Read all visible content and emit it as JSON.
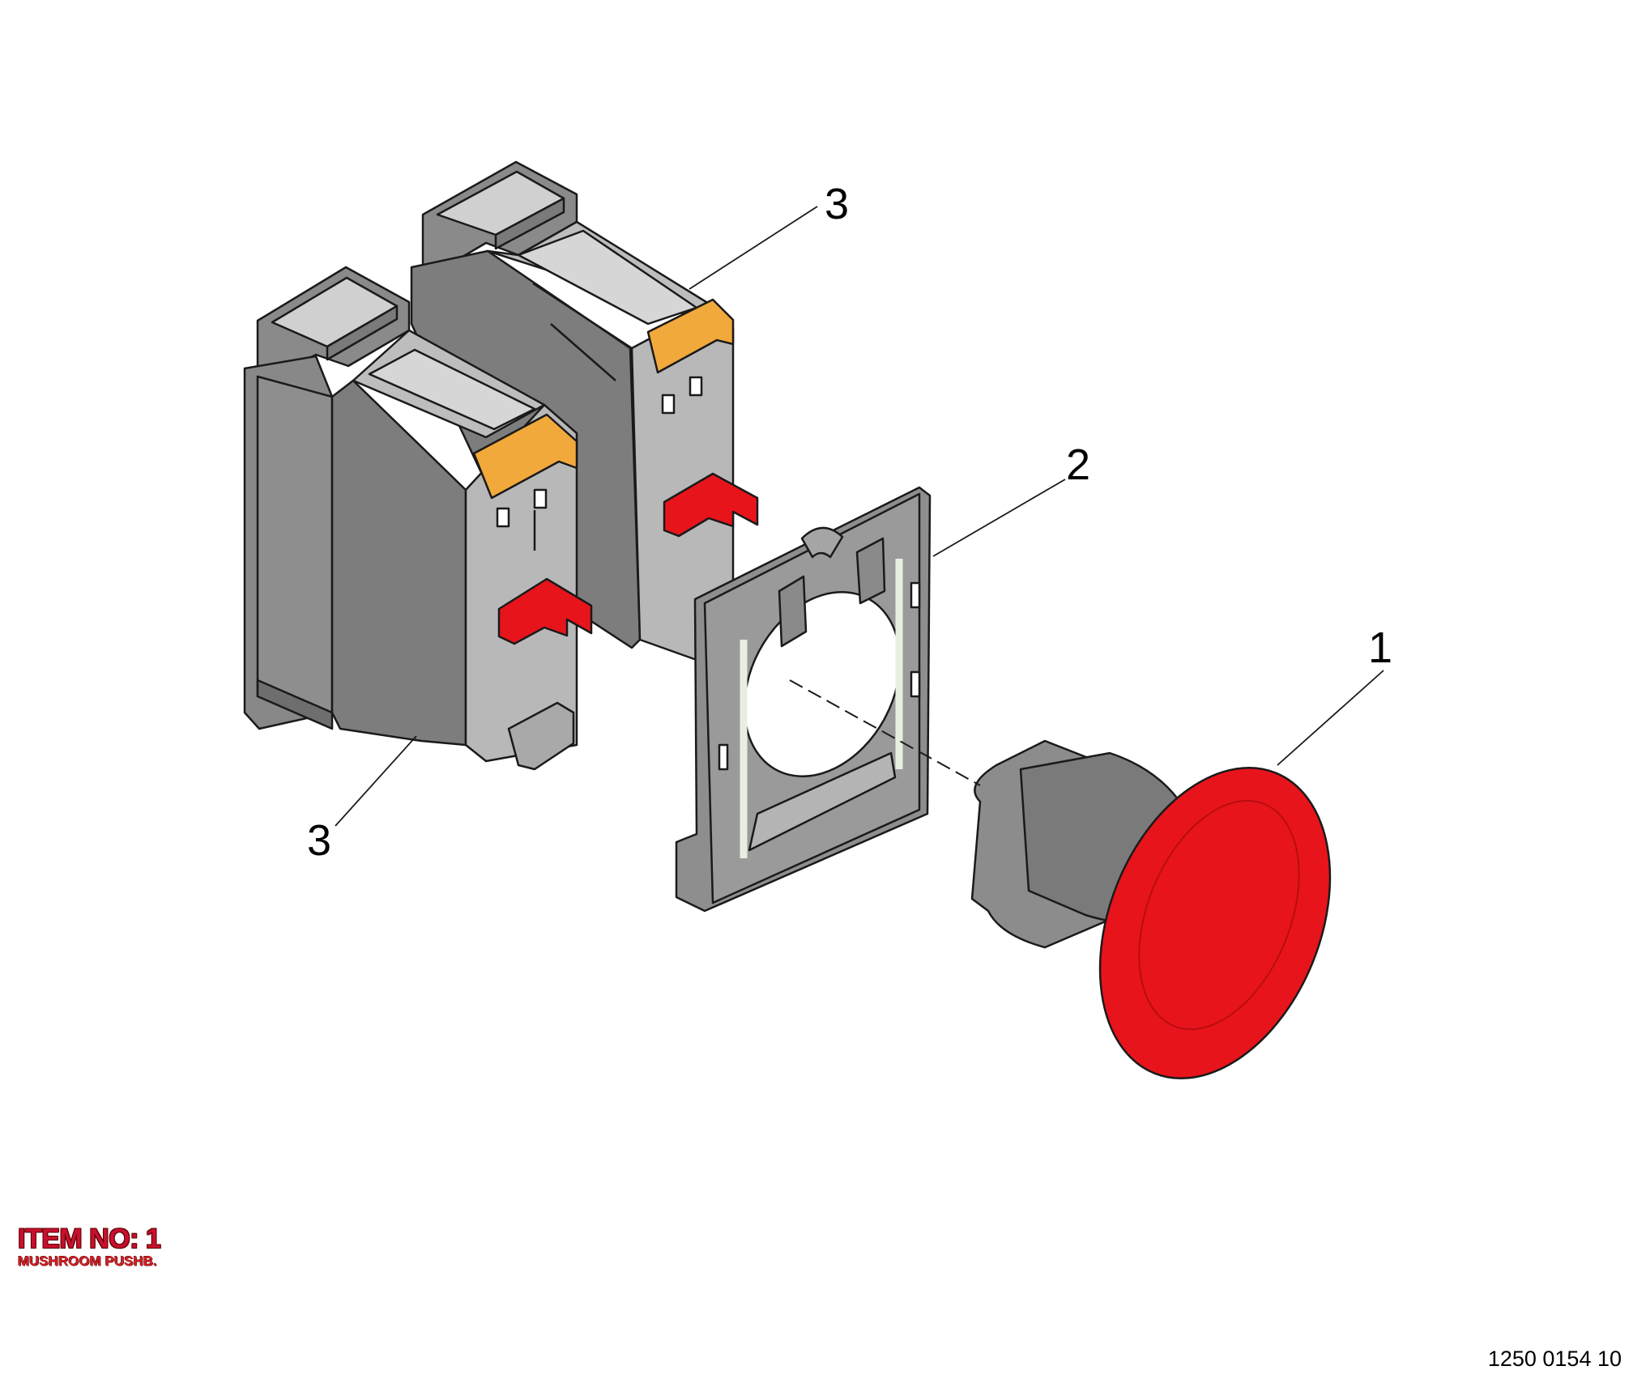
{
  "diagram": {
    "callouts": [
      {
        "number": "1",
        "part": "mushroom-head"
      },
      {
        "number": "2",
        "part": "mounting-collar"
      },
      {
        "number": "3",
        "part": "contact-block-rear"
      },
      {
        "number": "3",
        "part": "contact-block-front"
      }
    ]
  },
  "caption": {
    "item_no": "ITEM NO: 1",
    "description": "MUSHROOM PUSHB."
  },
  "drawing_number": "1250 0154 10",
  "colors": {
    "body_gray": "#8a8a8a",
    "body_light": "#c4c4c4",
    "body_dark": "#6e6e6e",
    "red_part": "#e8141b",
    "orange_clip": "#f2a93b",
    "line": "#1a1a1a",
    "caption_red": "#d32027"
  }
}
